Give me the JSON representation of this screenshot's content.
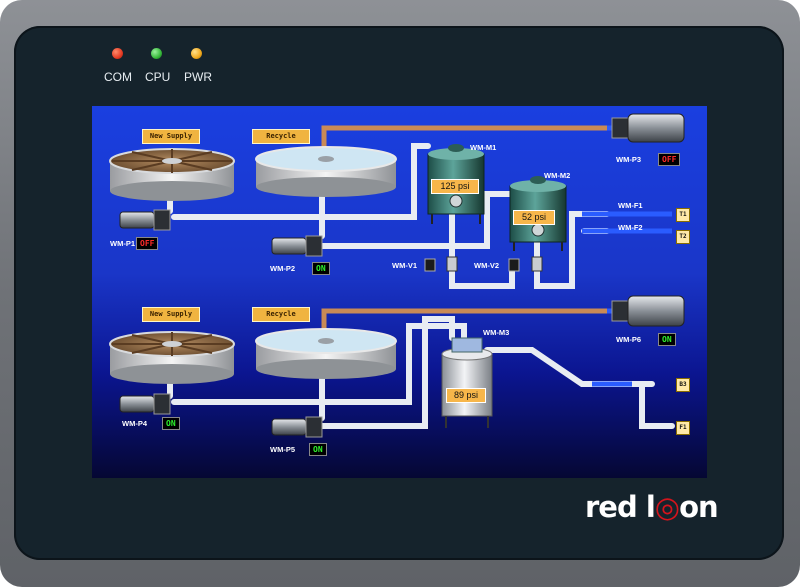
{
  "indicators": [
    {
      "label": "COM",
      "color": "#e53b24"
    },
    {
      "label": "CPU",
      "color": "#36b83a"
    },
    {
      "label": "PWR",
      "color": "#f0a91e"
    }
  ],
  "buttons": {
    "new_supply_1": "New Supply",
    "recycle_1": "Recycle",
    "new_supply_2": "New Supply",
    "recycle_2": "Recycle"
  },
  "pumps": [
    {
      "id": "WM-P1",
      "status": "OFF"
    },
    {
      "id": "WM-P2",
      "status": "ON"
    },
    {
      "id": "WM-P3",
      "status": "OFF"
    },
    {
      "id": "WM-P4",
      "status": "ON"
    },
    {
      "id": "WM-P5",
      "status": "ON"
    },
    {
      "id": "WM-P6",
      "status": "ON"
    }
  ],
  "tanks": [
    {
      "id": "WM-M1",
      "pressure": "125 psi"
    },
    {
      "id": "WM-M2",
      "pressure": "52 psi"
    },
    {
      "id": "WM-M3",
      "pressure": "89 psi"
    }
  ],
  "valves": [
    "WM-V1",
    "WM-V2"
  ],
  "filters": [
    "WM-F1",
    "WM-F2"
  ],
  "outlets": [
    "T1",
    "T2",
    "B3",
    "F1"
  ],
  "brand": {
    "word1": "red",
    "word2": "l",
    "word3": "on"
  },
  "colors": {
    "screen_top": "#1a3fe0",
    "status_on": "#2ef22e",
    "status_off": "#ff2a2a",
    "button": "#f0b440"
  }
}
